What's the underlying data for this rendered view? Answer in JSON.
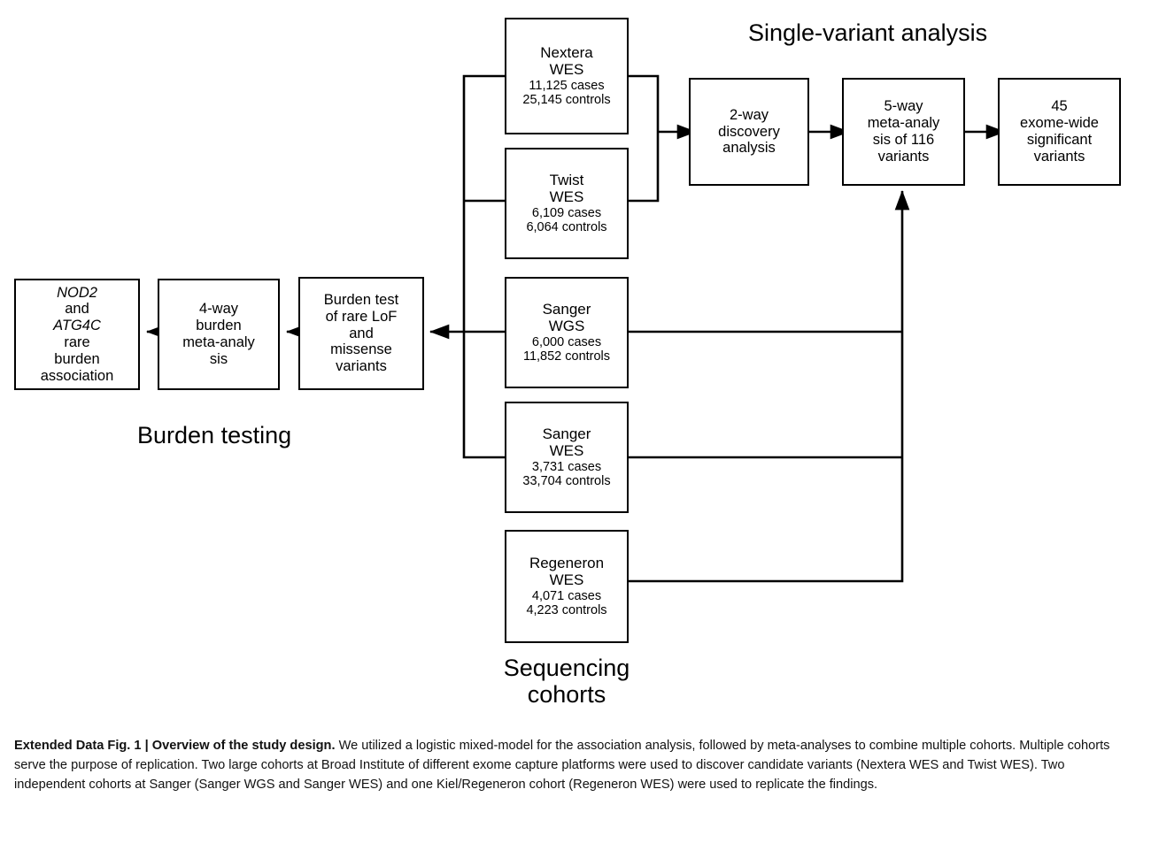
{
  "figure": {
    "sections": {
      "single_variant": "Single-variant analysis",
      "burden": "Burden testing",
      "cohorts_line1": "Sequencing",
      "cohorts_line2": "cohorts"
    },
    "cohorts": [
      {
        "id": "nextera",
        "name_line1": "Nextera",
        "name_line2": "WES",
        "cases": "11,125 cases",
        "controls": "25,145 controls"
      },
      {
        "id": "twist",
        "name_line1": "Twist",
        "name_line2": "WES",
        "cases": "6,109 cases",
        "controls": "6,064 controls"
      },
      {
        "id": "sanger-wgs",
        "name_line1": "Sanger",
        "name_line2": "WGS",
        "cases": "6,000 cases",
        "controls": "11,852 controls"
      },
      {
        "id": "sanger-wes",
        "name_line1": "Sanger",
        "name_line2": "WES",
        "cases": "3,731 cases",
        "controls": "33,704 controls"
      },
      {
        "id": "regeneron",
        "name_line1": "Regeneron",
        "name_line2": "WES",
        "cases": "4,071 cases",
        "controls": "4,223 controls"
      }
    ],
    "single_variant_steps": [
      {
        "id": "discovery",
        "lines": [
          "2-way",
          "discovery",
          "analysis"
        ]
      },
      {
        "id": "meta5",
        "lines": [
          "5-way",
          "meta-analy",
          "sis of 116",
          "variants"
        ]
      },
      {
        "id": "significant",
        "lines": [
          "45",
          "exome-wide",
          "significant",
          "variants"
        ]
      }
    ],
    "burden_steps": [
      {
        "id": "burden-test",
        "lines": [
          "Burden test",
          "of rare LoF",
          "and",
          "missense",
          "variants"
        ]
      },
      {
        "id": "meta4",
        "lines": [
          "4-way",
          "burden",
          "meta-analy",
          "sis"
        ]
      }
    ],
    "burden_result": {
      "id": "burden-association",
      "gene1": "NOD2",
      "text1": " and",
      "gene2": "ATG4C",
      "text2": " rare",
      "line3": "burden",
      "line4": "association"
    }
  },
  "caption": {
    "label": "Extended Data Fig. 1 | Overview of the study design.",
    "body": " We utilized a logistic mixed-model for the association analysis, followed by meta-analyses to combine multiple cohorts. Multiple cohorts serve the purpose of replication. Two large cohorts at Broad Institute of different exome capture platforms were used to discover candidate variants (Nextera WES and Twist WES). Two independent cohorts at Sanger (Sanger WGS and Sanger WES) and one Kiel/Regeneron cohort (Regeneron WES) were used to replicate the findings."
  },
  "colors": {
    "stroke": "#000000",
    "background": "#ffffff"
  }
}
